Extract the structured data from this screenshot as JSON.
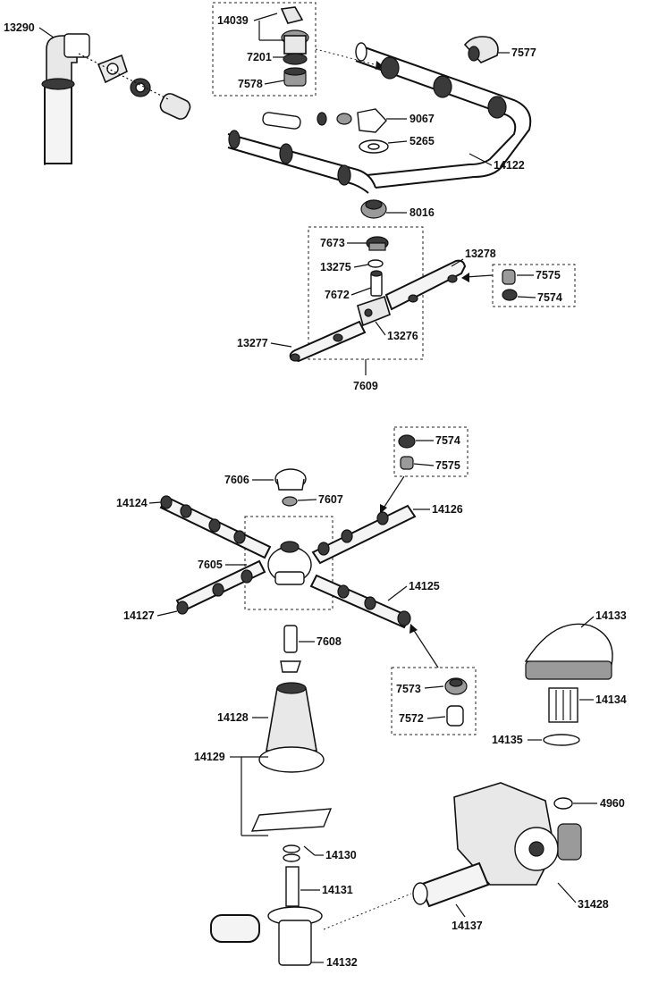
{
  "labels": {
    "l13290": "13290",
    "l14039": "14039",
    "l7201": "7201",
    "l7578": "7578",
    "l7577": "7577",
    "l9067": "9067",
    "l5265": "5265",
    "l14122": "14122",
    "l8016": "8016",
    "l7673": "7673",
    "l13275": "13275",
    "l7672": "7672",
    "l13278": "13278",
    "l7575a": "7575",
    "l7574a": "7574",
    "l13277": "13277",
    "l13276": "13276",
    "l7609": "7609",
    "l7574b": "7574",
    "l7575b": "7575",
    "l7606": "7606",
    "l7607": "7607",
    "l14124": "14124",
    "l14126": "14126",
    "l7605": "7605",
    "l14125": "14125",
    "l14127": "14127",
    "l7608": "7608",
    "l14133": "14133",
    "l7573": "7573",
    "l7572": "7572",
    "l14134": "14134",
    "l14128": "14128",
    "l14135": "14135",
    "l14129": "14129",
    "l4960": "4960",
    "l14130": "14130",
    "l14131": "14131",
    "l31428": "31428",
    "l14137": "14137",
    "l14132": "14132"
  }
}
